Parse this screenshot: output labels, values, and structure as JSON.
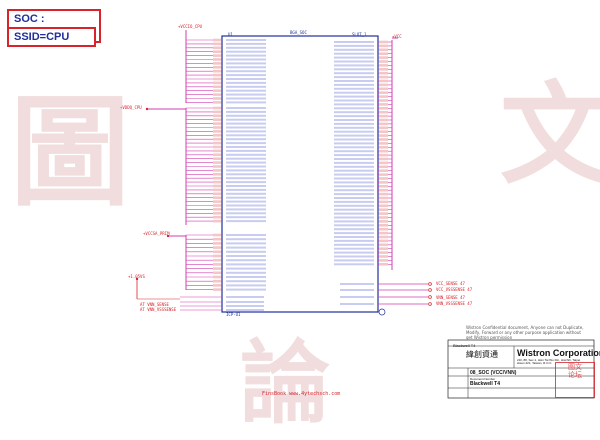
{
  "tags": {
    "soc": "SOC : VCC/VNN",
    "ssid": "SSID=CPU"
  },
  "rails": {
    "vccio_cpu": "+VCCIO_CPU",
    "vddq_cpu": "+VDDQ_CPU",
    "vccsa_prim": "+VCCSA_PRIM",
    "vcc_top": "+VCC",
    "v1p05": "+1.05VS"
  },
  "ic": {
    "ref": "U1",
    "part": "BGA_SOC",
    "sub_left": "ICP-U1",
    "sub_right": "SLOT_1"
  },
  "sense": {
    "left": [
      "AT  VNN_SENSE",
      "AT  VNN_VSSSENSE"
    ],
    "right": [
      "VCC_SENSE  47",
      "VCC_VSSSENSE  47",
      "VNN_SENSE  47",
      "VNN_VSSSENSE  47"
    ]
  },
  "titleblock": {
    "confidential": "Wistron Confidential document, Anyone can not Duplicate, Modify, Forward or any other purpose application without get Wistron permission",
    "chinese": "緯創資通",
    "company": "Wistron Corporation",
    "address": "21F, 88, Sec.1, Hsin Tai Wu Rd., Hsichih, Taipei Hsien 221, Taiwan, R.O.C.",
    "doc_number_label": "Document Number",
    "title": "08_SOC (VCC/VNN)",
    "project": "Blackwell T4",
    "sheet_label": "Blackwell T4"
  },
  "watermark": {
    "url": "FinsBook www.4ytechsch.com"
  },
  "seal": "图文\n论坛"
}
